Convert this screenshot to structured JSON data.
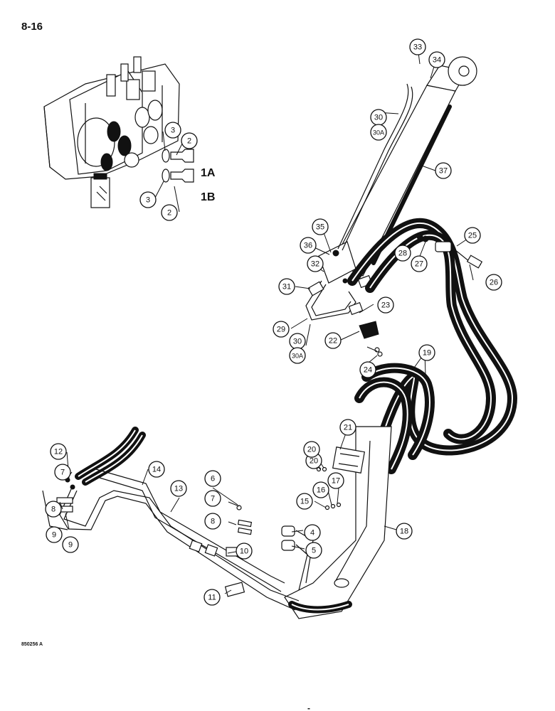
{
  "page_number": "8-16",
  "ref_code": "850256 A",
  "bottom_mark": "-",
  "variant_labels": {
    "port_a": "1A",
    "port_b": "1B"
  },
  "callouts": [
    "2",
    "2",
    "3",
    "3",
    "4",
    "5",
    "6",
    "7",
    "7",
    "8",
    "8",
    "9",
    "9",
    "10",
    "11",
    "12",
    "13",
    "14",
    "15",
    "16",
    "17",
    "18",
    "19",
    "20",
    "20",
    "21",
    "22",
    "23",
    "24",
    "25",
    "26",
    "27",
    "28",
    "29",
    "30",
    "30A",
    "30",
    "30A",
    "31",
    "32",
    "33",
    "34",
    "35",
    "36",
    "37"
  ]
}
